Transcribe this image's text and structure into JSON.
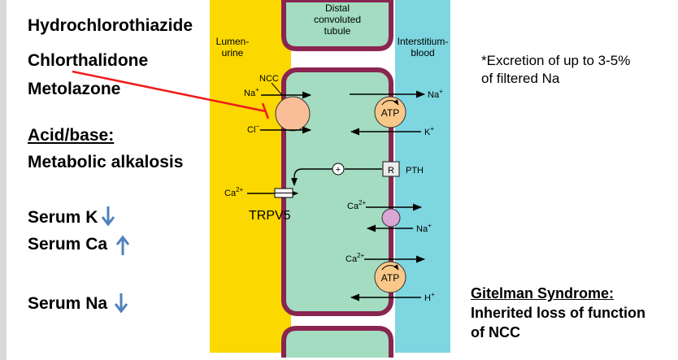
{
  "drugs": [
    "Hydrochlorothiazide",
    "Chlorthalidone",
    "Metolazone"
  ],
  "acid_base_heading": "Acid/base:",
  "acid_base_value": "Metabolic alkalosis",
  "serum": [
    {
      "label": "Serum K",
      "direction": "down"
    },
    {
      "label": "Serum Ca",
      "direction": "up"
    },
    {
      "label": "Serum Na",
      "direction": "down"
    }
  ],
  "diagram": {
    "lumen_label": [
      "Lumen-",
      "urine"
    ],
    "tubule_label": [
      "Distal",
      "convoluted",
      "tubule"
    ],
    "interstitium_label": [
      "Interstitium-",
      "blood"
    ],
    "ncc": "NCC",
    "na_lumen": "Na",
    "cl_lumen": "Cl",
    "atp": "ATP",
    "na_blood": "Na",
    "k_blood": "K",
    "receptor": "R",
    "pth": "PTH",
    "plus": "+",
    "ca_lumen": "Ca",
    "trpv5": "TRPV5",
    "ca_exchanger": "Ca",
    "na_exchanger": "Na",
    "ca_pump": "Ca",
    "h_pump": "H",
    "superscript_plus": "+",
    "superscript_minus": "−",
    "superscript_2plus": "2+"
  },
  "note": [
    "*Excretion of up to 3-5%",
    "of filtered Na"
  ],
  "gitelman": {
    "title": "Gitelman Syndrome:",
    "lines": [
      "Inherited loss of function",
      "of NCC"
    ]
  },
  "colors": {
    "lumen": "#fbd800",
    "tubule": "#a3dcc0",
    "interstitium": "#7dd6e0",
    "membrane": "#8a2450",
    "inhibitor": "#ee1c1c",
    "arrow_blue": "#4f81bd",
    "ncc": "#f9be97",
    "atp": "#f9c889",
    "exchanger": "#d9a6d6"
  }
}
